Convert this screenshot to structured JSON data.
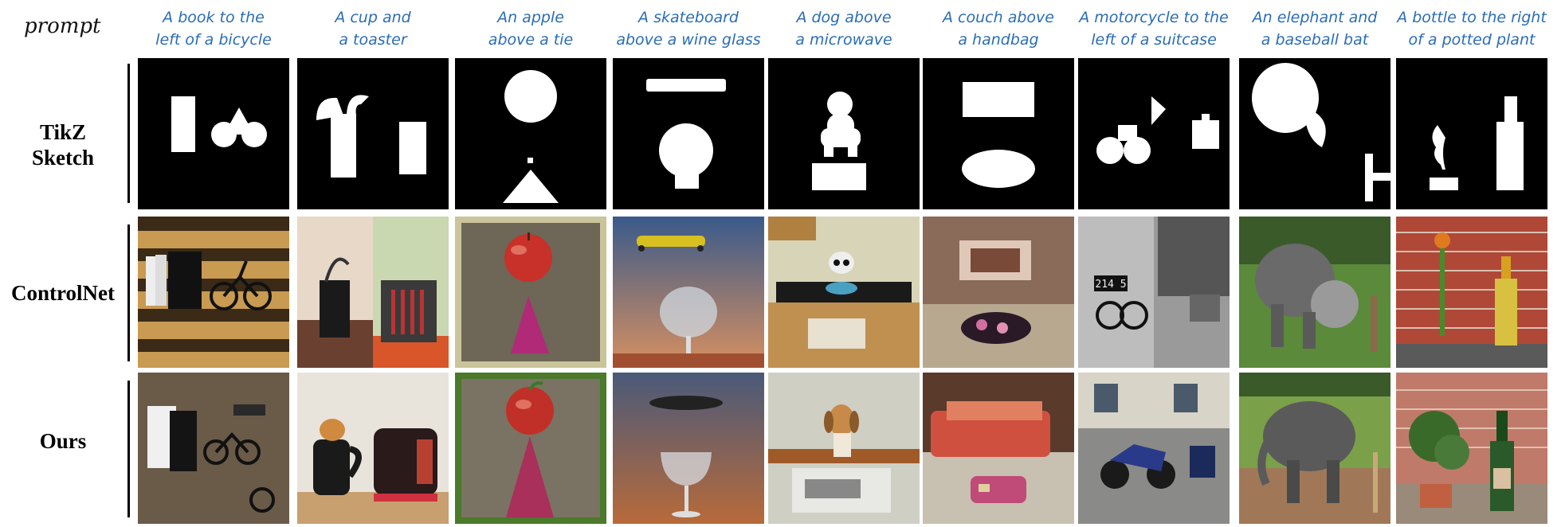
{
  "figure": {
    "prompt_label": "prompt",
    "rows": [
      {
        "label_line1": "TikZ",
        "label_line2": "Sketch"
      },
      {
        "label_line1": "ControlNet",
        "label_line2": ""
      },
      {
        "label_line1": "Ours",
        "label_line2": ""
      }
    ],
    "columns": [
      {
        "caption_line1": "A book to the",
        "caption_line2": "left of a bicycle"
      },
      {
        "caption_line1": "A cup and",
        "caption_line2": "a toaster"
      },
      {
        "caption_line1": "An apple",
        "caption_line2": "above a tie"
      },
      {
        "caption_line1": "A skateboard",
        "caption_line2": "above a wine glass"
      },
      {
        "caption_line1": "A dog above",
        "caption_line2": "a microwave"
      },
      {
        "caption_line1": "A couch above",
        "caption_line2": "a handbag"
      },
      {
        "caption_line1": "A motorcycle to the",
        "caption_line2": "left of a suitcase"
      },
      {
        "caption_line1": "An elephant and",
        "caption_line2": "a baseball bat"
      },
      {
        "caption_line1": "A bottle to the right",
        "caption_line2": "of a potted plant"
      }
    ],
    "photo_overlay_text": {
      "controlnet_motorcycle_sign": "214 5"
    }
  }
}
